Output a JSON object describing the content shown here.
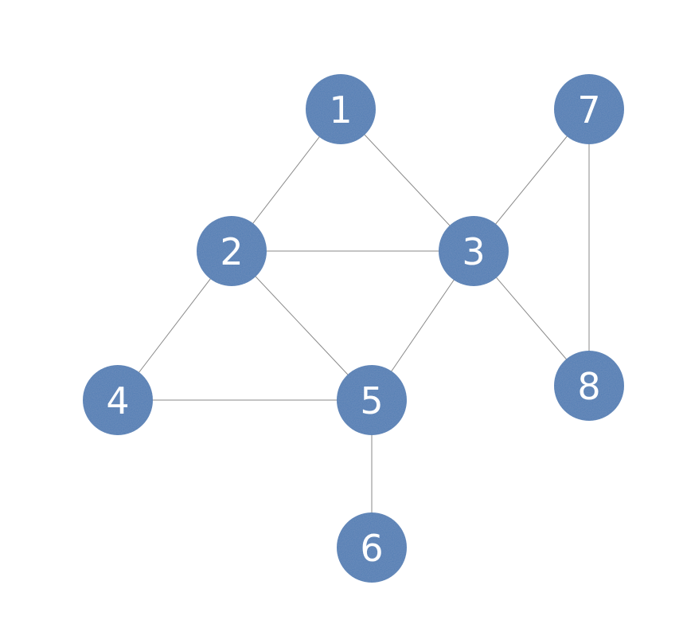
{
  "graph": {
    "colors": {
      "node_fill": "#4d7bb3",
      "node_label": "#ffffff",
      "edge": "#8a8a8a",
      "background": "#ffffff"
    },
    "nodes": [
      {
        "id": "1",
        "label": "1"
      },
      {
        "id": "2",
        "label": "2"
      },
      {
        "id": "3",
        "label": "3"
      },
      {
        "id": "4",
        "label": "4"
      },
      {
        "id": "5",
        "label": "5"
      },
      {
        "id": "6",
        "label": "6"
      },
      {
        "id": "7",
        "label": "7"
      },
      {
        "id": "8",
        "label": "8"
      }
    ],
    "edges": [
      {
        "source": "1",
        "target": "2"
      },
      {
        "source": "1",
        "target": "3"
      },
      {
        "source": "2",
        "target": "3"
      },
      {
        "source": "2",
        "target": "4"
      },
      {
        "source": "2",
        "target": "5"
      },
      {
        "source": "3",
        "target": "5"
      },
      {
        "source": "3",
        "target": "7"
      },
      {
        "source": "3",
        "target": "8"
      },
      {
        "source": "4",
        "target": "5"
      },
      {
        "source": "5",
        "target": "6"
      },
      {
        "source": "7",
        "target": "8"
      }
    ]
  }
}
